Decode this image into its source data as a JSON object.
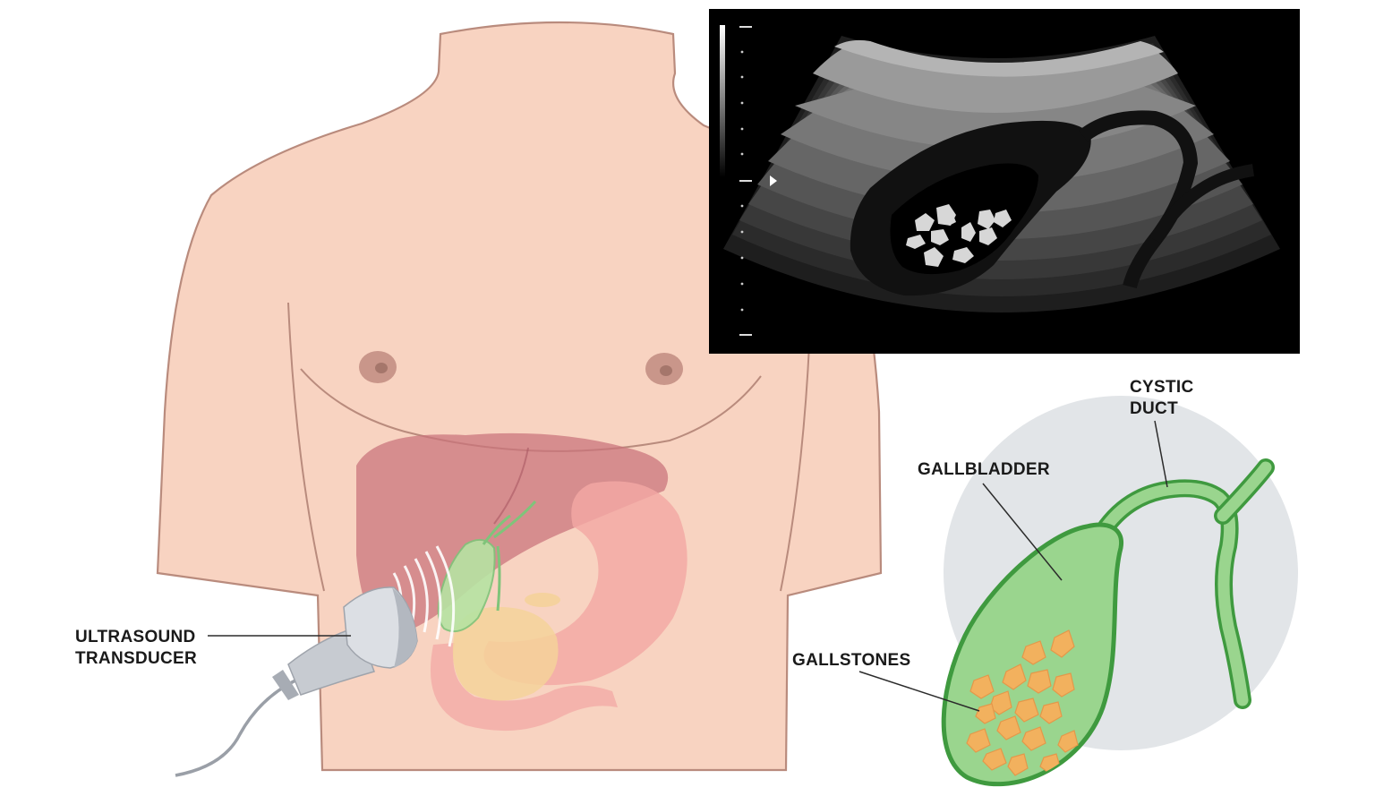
{
  "labels": {
    "transducer_line1": "ULTRASOUND",
    "transducer_line2": "TRANSDUCER",
    "gallbladder": "GALLBLADDER",
    "cystic_duct_line1": "CYSTIC",
    "cystic_duct_line2": "DUCT",
    "gallstones": "GALLSTONES"
  },
  "colors": {
    "skin": "#f8d3c1",
    "skin_outline": "#b98b7d",
    "nipple": "#c9968a",
    "liver": "#c9727a",
    "stomach": "#f3a8a4",
    "pancreas": "#f4d29a",
    "gallbladder_fill": "#9ad58e",
    "gallbladder_outline": "#3f9a3f",
    "gallstone": "#f2b15e",
    "zoom_circle": "#e2e5e8",
    "ultrasound_bg": "#000000"
  }
}
